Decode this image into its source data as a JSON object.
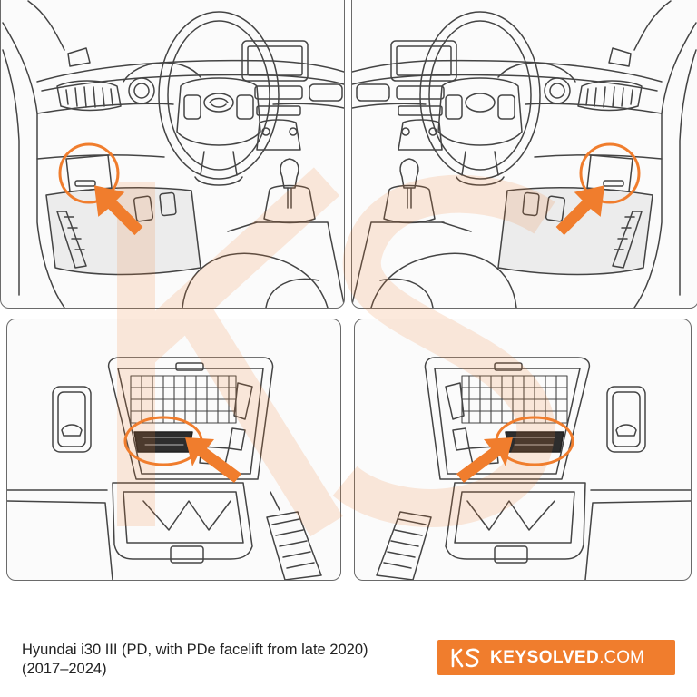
{
  "caption": "Hyundai i30 III (PD, with PDe facelift from late 2020) (2017–2024)",
  "brand": {
    "name": "KEYSOLVED",
    "tld": ".COM",
    "mark": "KS",
    "color": "#f07d2d"
  },
  "watermark": "KS",
  "accent_color": "#f07d2d",
  "panels": [
    {
      "view": "left-hand drive interior, OBD port below dashboard left of steering column",
      "icons": [
        "steering-wheel-icon",
        "gear-lever-icon",
        "pedals-icon",
        "arrow-icon"
      ]
    },
    {
      "view": "right-hand drive interior, OBD port below dashboard right of steering column",
      "icons": [
        "steering-wheel-icon",
        "gear-lever-icon",
        "pedals-icon",
        "arrow-icon"
      ]
    },
    {
      "view": "left-hand drive close-up, fuse panel cover opened, OBD connector",
      "icons": [
        "fuse-box-icon",
        "obd-port-icon",
        "arrow-icon",
        "bonnet-release-icon"
      ]
    },
    {
      "view": "right-hand drive close-up, fuse panel cover opened, OBD connector",
      "icons": [
        "fuse-box-icon",
        "obd-port-icon",
        "arrow-icon",
        "bonnet-release-icon"
      ]
    }
  ]
}
